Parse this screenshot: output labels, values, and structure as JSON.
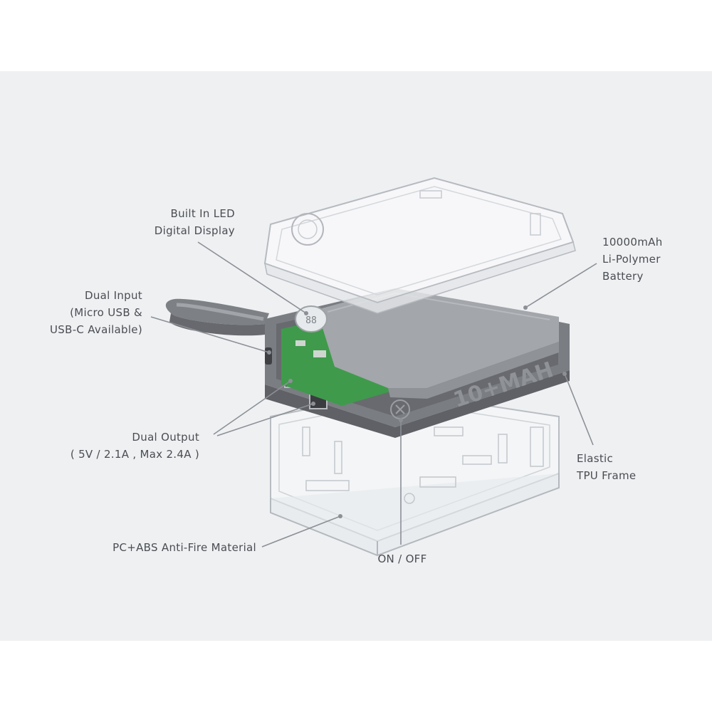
{
  "callouts": {
    "led_display": {
      "lines": [
        "Built In LED",
        "Digital Display"
      ]
    },
    "dual_input": {
      "lines": [
        "Dual Input",
        "(Micro USB &",
        "USB-C Available)"
      ]
    },
    "dual_output": {
      "lines": [
        "Dual Output",
        "( 5V / 2.1A , Max 2.4A )"
      ]
    },
    "housing_material": {
      "lines": [
        "PC+ABS Anti-Fire Material"
      ]
    },
    "power_switch": {
      "lines": [
        "ON / OFF"
      ]
    },
    "battery": {
      "lines": [
        "10000mAh",
        "Li-Polymer",
        "Battery"
      ]
    },
    "frame": {
      "lines": [
        "Elastic",
        "TPU Frame"
      ]
    }
  },
  "product": {
    "frame_marking": "10+MAH",
    "display_reading": "88"
  },
  "colors": {
    "background": "#eef0f2",
    "label_text": "#4a4d52",
    "leader_line": "#8c9096",
    "frame_gray": "#7a7d82",
    "battery_gray": "#a3a6aa",
    "pcb_green": "#3f9a4c",
    "clear_shell": "#ffffff"
  }
}
